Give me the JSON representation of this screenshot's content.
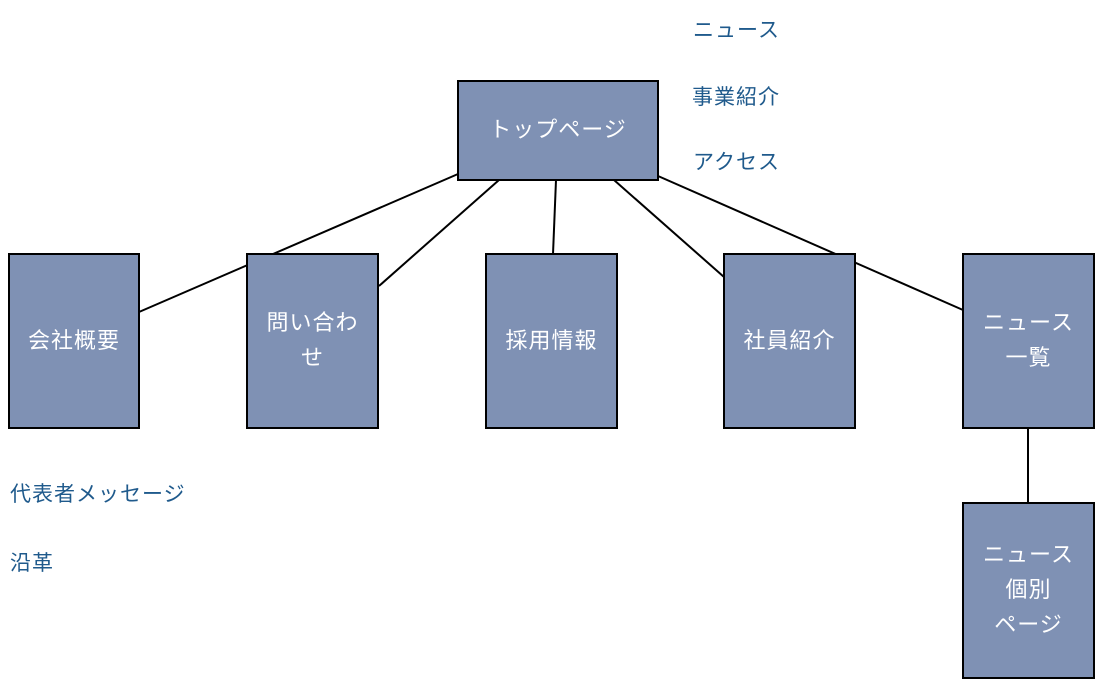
{
  "colors": {
    "box_fill": "#7f91b4",
    "box_border": "#000000",
    "box_text": "#ffffff",
    "note_text": "#1f5a8c",
    "line": "#000000"
  },
  "nodes": {
    "top": "トップページ",
    "company": "会社概要",
    "contact": "問い合わ\nせ",
    "recruit": "採用情報",
    "staff": "社員紹介",
    "news_list": "ニュース\n一覧",
    "news_detail": "ニュース\n個別\nページ"
  },
  "notes": {
    "top_sections": [
      "ニュース",
      "事業紹介",
      "アクセス"
    ],
    "company_sections": [
      "代表者メッセージ",
      "沿革"
    ]
  }
}
